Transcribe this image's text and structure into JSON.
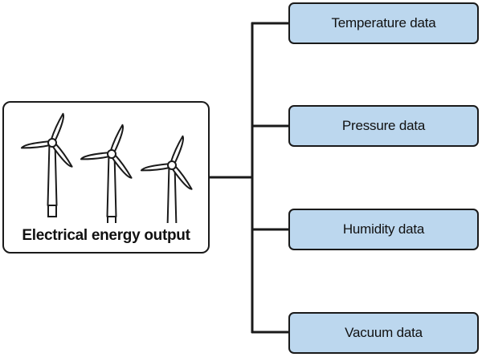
{
  "source": {
    "label": "Electrical energy output",
    "icon": "wind-turbine-icon",
    "turbine_count": 3
  },
  "outputs": [
    {
      "label": "Temperature data"
    },
    {
      "label": "Pressure data"
    },
    {
      "label": "Humidity data"
    },
    {
      "label": "Vacuum data"
    }
  ],
  "colors": {
    "output_fill": "#bcd7ee",
    "stroke": "#1a1a1a"
  }
}
